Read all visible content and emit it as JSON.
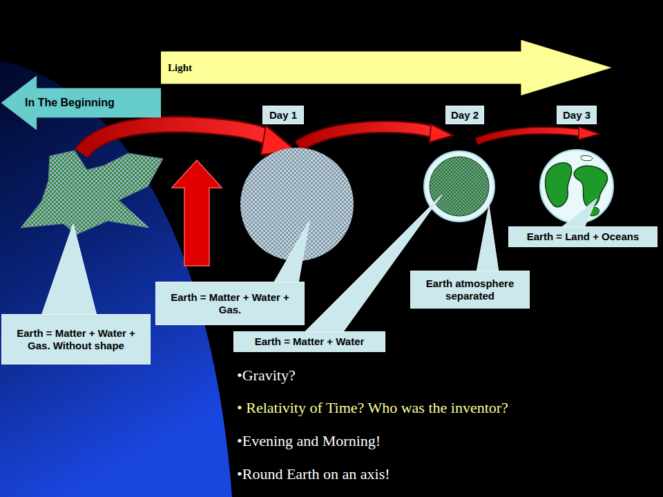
{
  "diagram": {
    "nodes": [
      {
        "text": [
          "Light"
        ]
      },
      {
        "text": [
          "In The Beginning"
        ]
      },
      {
        "text": [
          "Day 1"
        ]
      },
      {
        "text": [
          "Day 2"
        ]
      },
      {
        "text": [
          "Day 3"
        ]
      },
      {
        "text": [
          "Earth = Land + Oceans"
        ]
      },
      {
        "text": [
          "Earth = Matter + Water + Gas."
        ]
      },
      {
        "text": [
          "Earth atmosphere separated"
        ]
      },
      {
        "text": [
          "Earth = Matter + Water + Gas. Without shape"
        ]
      },
      {
        "text": [
          "Earth = Matter + Water"
        ]
      }
    ],
    "labels": [
      "•Gravity?",
      "• Relativity of Time? Who was the inventor?",
      "•Evening and Morning!",
      "•Round Earth on an axis!"
    ]
  }
}
